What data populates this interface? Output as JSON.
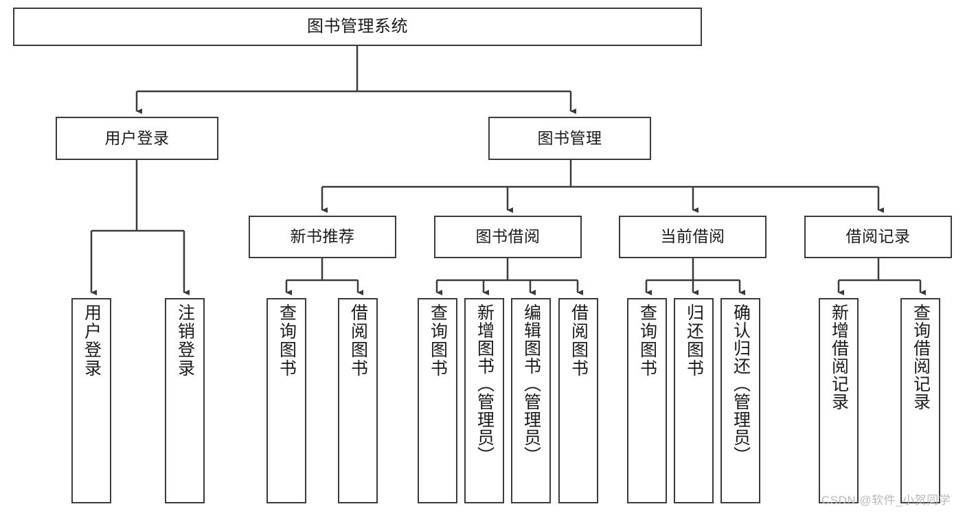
{
  "diagram": {
    "type": "tree",
    "title": "图书管理系统",
    "root": {
      "label": "图书管理系统"
    },
    "level2": [
      {
        "label": "用户登录"
      },
      {
        "label": "图书管理"
      }
    ],
    "level3": [
      {
        "label": "新书推荐"
      },
      {
        "label": "图书借阅"
      },
      {
        "label": "当前借阅"
      },
      {
        "label": "借阅记录"
      }
    ],
    "leaves": {
      "user_login": [
        {
          "label": "用户登录"
        },
        {
          "label": "注销登录"
        }
      ],
      "new_book_recommend": [
        {
          "label": "查询图书"
        },
        {
          "label": "借阅图书"
        }
      ],
      "book_borrow": [
        {
          "label": "查询图书"
        },
        {
          "label": "新增图书（管理员）"
        },
        {
          "label": "编辑图书（管理员）"
        },
        {
          "label": "借阅图书"
        }
      ],
      "current_borrow": [
        {
          "label": "查询图书"
        },
        {
          "label": "归还图书"
        },
        {
          "label": "确认归还（管理员）"
        }
      ],
      "borrow_record": [
        {
          "label": "新增借阅记录"
        },
        {
          "label": "查询借阅记录"
        }
      ]
    }
  },
  "watermark": {
    "text": "CSDN @软件_小贺同学"
  },
  "colors": {
    "stroke": "#3a3a3a",
    "fill": "#ffffff",
    "text": "#1b1b1b",
    "watermark": "#b9b9b9"
  }
}
